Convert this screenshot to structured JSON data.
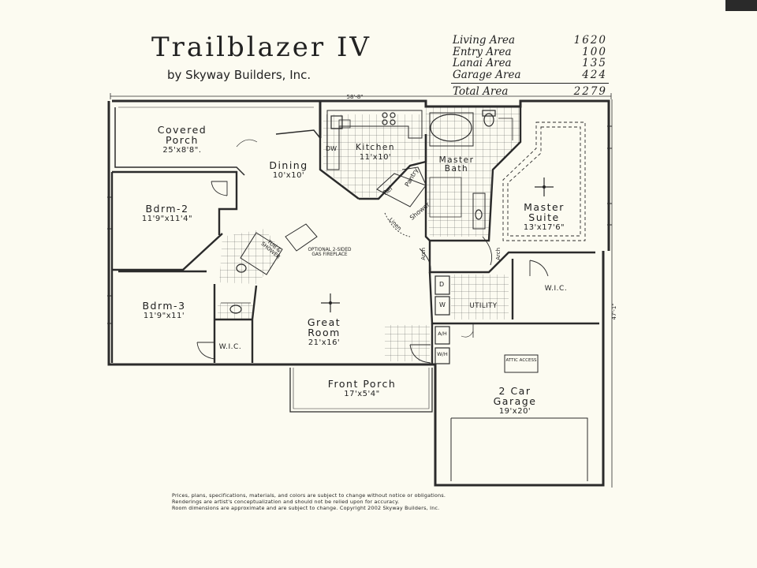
{
  "header": {
    "title": "Trailblazer IV",
    "subtitle": "by Skyway Builders, Inc."
  },
  "areas": [
    {
      "label": "Living Area",
      "value": "1620"
    },
    {
      "label": "Entry Area",
      "value": "100"
    },
    {
      "label": "Lanai Area",
      "value": "135"
    },
    {
      "label": "Garage Area",
      "value": "424"
    },
    {
      "label": "Total Area",
      "value": "2279"
    }
  ],
  "plan": {
    "overall_width": "58'-8\"",
    "overall_depth": "47'-1\"",
    "rooms": {
      "covered_porch": {
        "name": "Covered\nPorch",
        "dims": "25'x8'8\"."
      },
      "dining": {
        "name": "Dining",
        "dims": "10'x10'"
      },
      "kitchen": {
        "name": "Kitchen",
        "dims": "11'x10'"
      },
      "master_bath": {
        "name": "Master\nBath"
      },
      "master_suite": {
        "name": "Master\nSuite",
        "dims": "13'x17'6\""
      },
      "bdrm2": {
        "name": "Bdrm-2",
        "dims": "11'9\"x11'4\""
      },
      "bdrm3": {
        "name": "Bdrm-3",
        "dims": "11'9\"x11'"
      },
      "great_room": {
        "name": "Great\nRoom",
        "dims": "21'x16'"
      },
      "front_porch": {
        "name": "Front Porch",
        "dims": "17'x5'4\""
      },
      "garage": {
        "name": "2 Car\nGarage",
        "dims": "19'x20'"
      },
      "utility": {
        "name": "UTILITY"
      },
      "wic_master": {
        "name": "W.I.C."
      },
      "wic_bdrm3": {
        "name": "W.I.C."
      }
    },
    "labels": {
      "dw": "DW",
      "pantry": "Pantry",
      "ref": "Ref",
      "shower": "Shower",
      "linen": "Linen",
      "tub_shower": "TUB & SHOWER",
      "fireplace": "OPTIONAL 2-SIDED GAS FIREPLACE",
      "arch": "Arch",
      "washer": "W",
      "dryer": "D",
      "ah": "A/H",
      "wh": "W/H",
      "attic": "ATTIC ACCESS"
    }
  },
  "disclaimer": [
    "Prices, plans, specifications, materials, and colors are subject to change without notice or obligations.",
    "Renderings are artist's conceptualization and should not be relied upon for accuracy.",
    "Room dimensions are approximate and are subject to change. Copyright 2002 Skyway Builders, Inc."
  ]
}
